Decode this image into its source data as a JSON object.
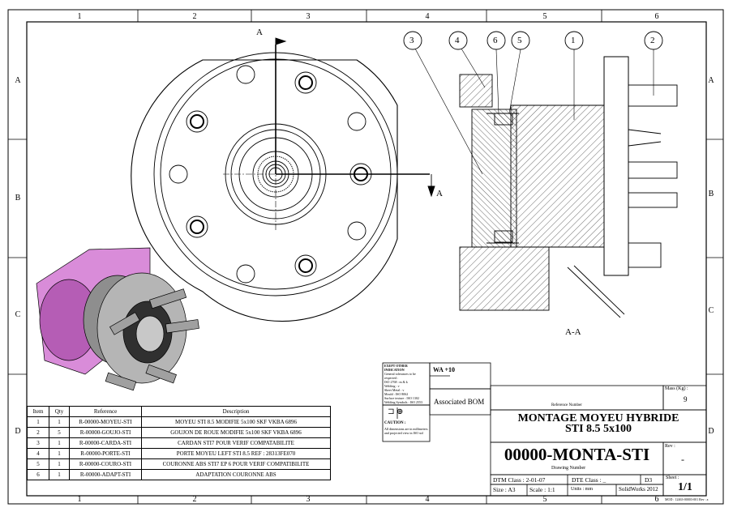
{
  "border": {
    "columns": [
      "1",
      "2",
      "3",
      "4",
      "5",
      "6"
    ],
    "rows": [
      "A",
      "B",
      "C",
      "D"
    ]
  },
  "section": {
    "cut_label": "A",
    "view_label": "A-A",
    "balloons": [
      "3",
      "4",
      "6",
      "5",
      "1",
      "2"
    ]
  },
  "colors": {
    "line": "#000000",
    "hatch": "#000000",
    "iso_part": "#cc66cc",
    "iso_metal": "#9a9a9a"
  },
  "bom": {
    "headers": [
      "Item",
      "Qty",
      "Reference",
      "Description"
    ],
    "rows": [
      [
        "1",
        "1",
        "R-00000-MOYEU-STI",
        "MOYEU STI 8.5 MODIFIE 5x100 SKF VKBA 6896"
      ],
      [
        "2",
        "5",
        "R-00000-GOUJO-STI",
        "GOUJON DE ROUE MODIFIE 5x100 SKF VKBA 6896"
      ],
      [
        "3",
        "1",
        "R-00000-CARDA-STI",
        "CARDAN STI7 POUR VERIF COMPATABILITE"
      ],
      [
        "4",
        "1",
        "R-00000-PORTE-STI",
        "PORTE MOYEU LEFT STI 8.5 REF : 28313FE070"
      ],
      [
        "5",
        "1",
        "R-00000-COURO-STI",
        "COURONNE ABS STI7 EP 6 POUR VERIF COMPATIBILITE"
      ],
      [
        "6",
        "1",
        "R-00000-ADAPT-STI",
        "ADAPTATION COURONNE ABS"
      ]
    ]
  },
  "title_block": {
    "tolerance_head": "EXEPT OTHER INDICATION",
    "tolerance_lines": [
      "General tolerances to be",
      "respected :",
      "ISO 2768 : m & k",
      "Welding : v",
      "Sheet Metal : v",
      "Mould : ISO 8062",
      "Surface texture : ISO 1302",
      "Welding Symbols : ISO 2553"
    ],
    "wa": "WA +10",
    "caution_head": "CAUTION :",
    "caution_text": "All dimensions are in millimeters and projected view in ISO std",
    "associated_bom": "Associated BOM",
    "mass_label": "Mass (Kg) :",
    "mass_value": "9",
    "reference_number_label": "Reference Number",
    "title_line1": "MONTAGE MOYEU HYBRIDE",
    "title_line2": "STI 8.5 5x100",
    "drawing_number": "00000-MONTA-STI",
    "drawing_number_label": "Drawing Number",
    "rev_label": "Rev :",
    "rev_value": "-",
    "dtm_class": "DTM Class : 2-01-07",
    "dte_class": "DTE Class : _",
    "format": "D3",
    "size": "Size : A3",
    "scale": "Scale : 1:1",
    "units": "Units : mm",
    "software": "SolidWorks 2012",
    "sheet_label": "Sheet :",
    "sheet_value": "1/1",
    "footer_code": "MOD : 12463-00003-001 Rev : a"
  }
}
